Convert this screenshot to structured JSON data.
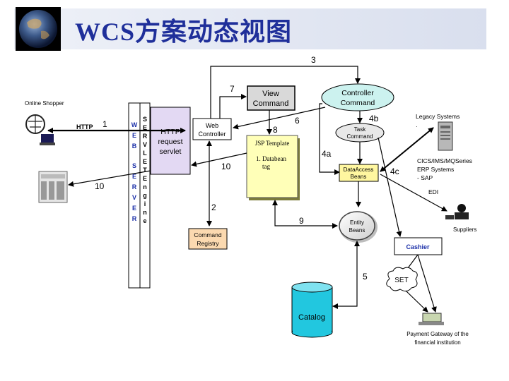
{
  "title": "WCS方案动态视图",
  "labels": {
    "online_shopper": "Online Shopper",
    "http": "HTTP",
    "web_server": [
      "W",
      "E",
      "B",
      "S",
      "E",
      "R",
      "V",
      "E",
      "R"
    ],
    "servlet_engine": [
      "S",
      "E",
      "R",
      "V",
      "L",
      "E",
      "T",
      "E",
      "n",
      "g",
      "i",
      "n",
      "e"
    ],
    "http_servlet": [
      "HTTP",
      "request",
      "servlet"
    ],
    "web_controller": [
      "Web",
      "Controller"
    ],
    "view_command": [
      "View",
      "Command"
    ],
    "controller_command": [
      "Controller",
      "Command"
    ],
    "task_command": [
      "Task",
      "Command"
    ],
    "jsp_template": "JSP Template",
    "jsp_item": [
      "1. Databean",
      "tag"
    ],
    "dataaccess_beans": [
      "DataAccess",
      "Beans"
    ],
    "entity_beans": [
      "Entity",
      "Beans"
    ],
    "command_registry": [
      "Command",
      "Registry"
    ],
    "catalog": "Catalog",
    "cashier": "Cashier",
    "set": "SET",
    "legacy_systems": "Legacy Systems",
    "legacy_dot": "·",
    "cics": [
      "CICS/IMS/MQSeries",
      "ERP Systems",
      "- SAP"
    ],
    "edi": "EDI",
    "suppliers": "Suppliers",
    "payment_gateway": [
      "Payment Gateway of the",
      "financial institution"
    ]
  },
  "step_numbers": {
    "n1": "1",
    "n2": "2",
    "n3": "3",
    "n4a": "4a",
    "n4b": "4b",
    "n4c": "4c",
    "n5": "5",
    "n6": "6",
    "n7": "7",
    "n8": "8",
    "n9": "9",
    "n10a": "10",
    "n10b": "10"
  },
  "colors": {
    "title": "#1f2f9a",
    "servlet_fill": "#e3d9f3",
    "controller_fill": "#ccf2ef",
    "jsp_fill": "#ffffb8",
    "dataaccess_fill": "#fff7a0",
    "registry_fill": "#fbd9b0",
    "catalog_fill": "#22c7df",
    "view_fill": "#d9d9d9",
    "web_letters": "#1b2fa8"
  }
}
